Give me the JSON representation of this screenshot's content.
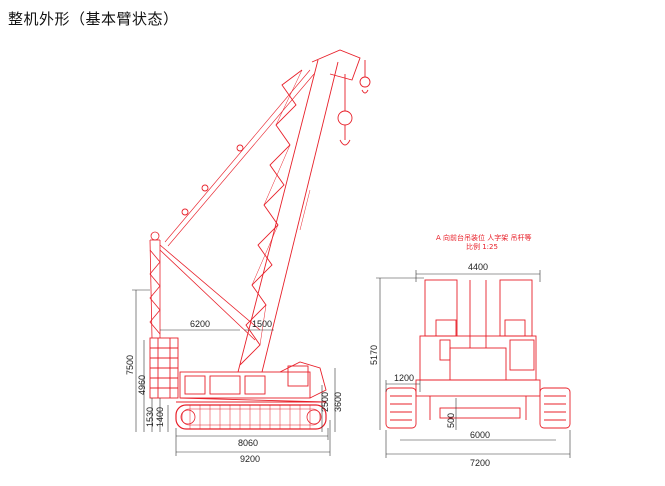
{
  "title": "整机外形（基本臂状态）",
  "side_view": {
    "dim_6200": "6200",
    "dim_1500": "1500",
    "dim_7500": "7500",
    "dim_4960": "4960",
    "dim_1530": "1530",
    "dim_1400": "1400",
    "dim_2500": "2500",
    "dim_3600": "3600",
    "dim_8060": "8060",
    "dim_9200": "9200"
  },
  "front_view": {
    "note_line1": "A 向前台吊装位  人字架  吊杆等",
    "note_line2": "比例 1:25",
    "dim_4400": "4400",
    "dim_5170": "5170",
    "dim_1200": "1200",
    "dim_500": "500",
    "dim_6000": "6000",
    "dim_7200": "7200"
  },
  "colors": {
    "line": "#e8202a",
    "dimension": "#333333"
  }
}
